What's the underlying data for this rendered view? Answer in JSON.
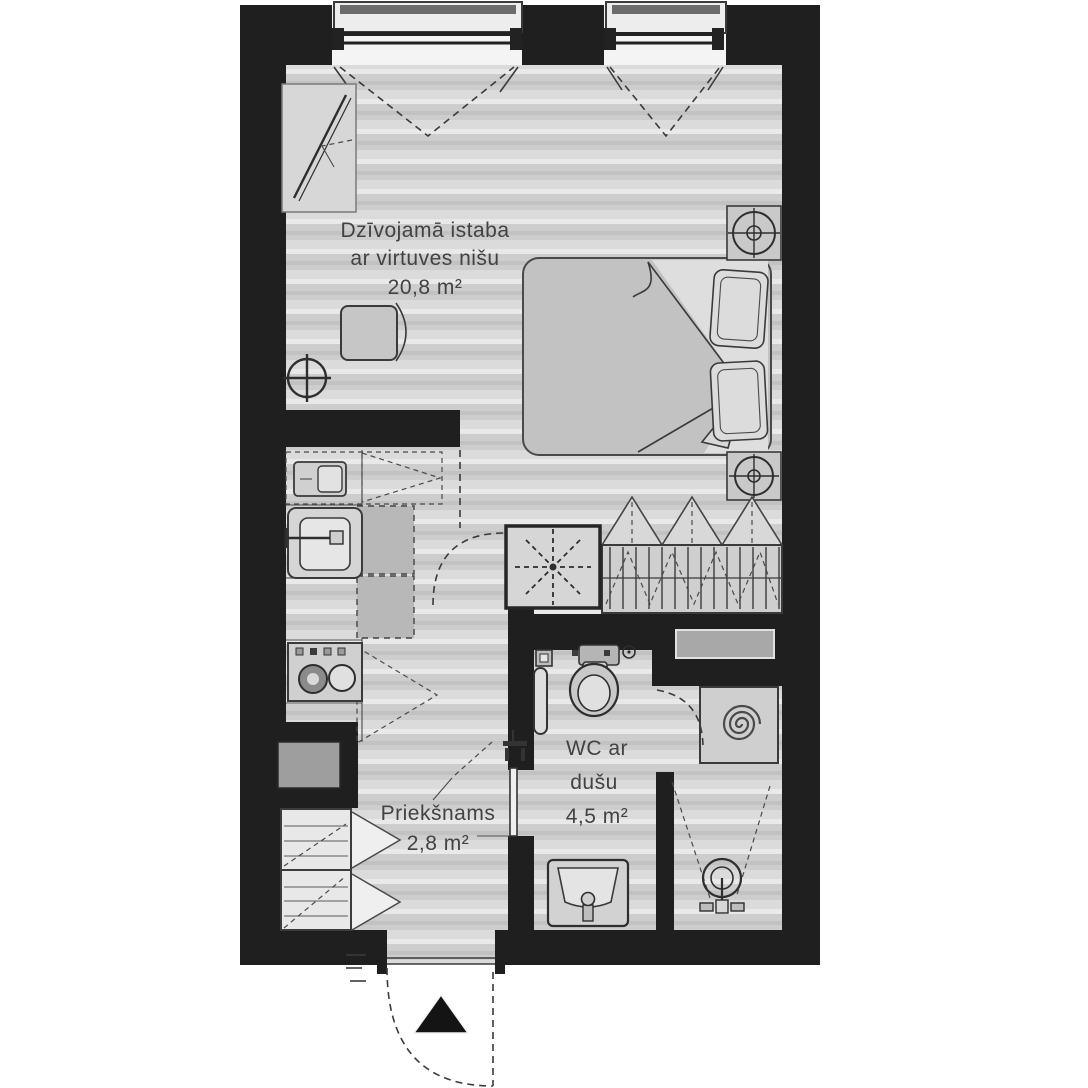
{
  "rooms": {
    "living": {
      "line1": "Dzīvojamā istaba",
      "line2": "ar virtuves nišu",
      "area": "20,8 m²"
    },
    "bathroom": {
      "line1": "WC ar",
      "line2": "dušu",
      "area": "4,5 m²"
    },
    "hallway": {
      "line1": "Priekšnams",
      "area": "2,8 m²"
    }
  },
  "colors": {
    "wall": "#1f1f1f",
    "floor": "#cdcdcd",
    "furniture": "#c6c6c6",
    "outline": "#3a3a3a",
    "text": "#424242",
    "niche": "#9e9e9e"
  }
}
